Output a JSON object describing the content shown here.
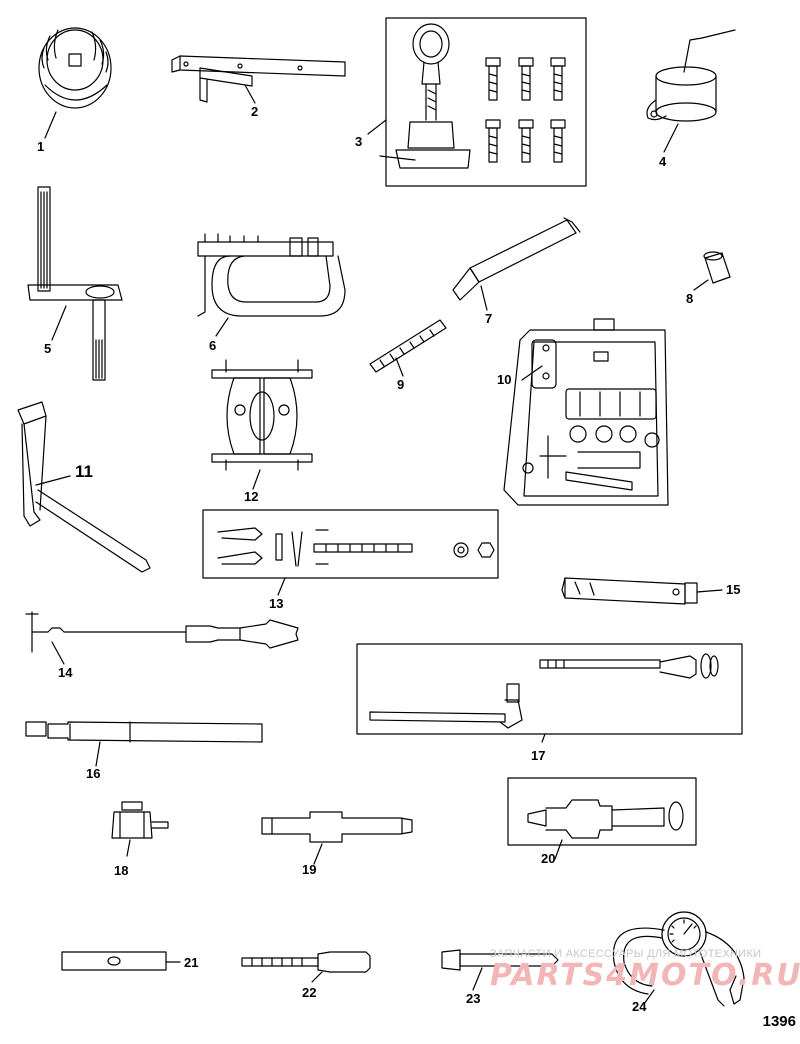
{
  "callouts": {
    "c1": "1",
    "c2": "2",
    "c3": "3",
    "c4": "4",
    "c5": "5",
    "c6": "6",
    "c7": "7",
    "c8": "8",
    "c9": "9",
    "c10": "10",
    "c11": "11",
    "c12": "12",
    "c13": "13",
    "c14": "14",
    "c15": "15",
    "c16": "16",
    "c17": "17",
    "c18": "18",
    "c19": "19",
    "c20": "20",
    "c21": "21",
    "c22": "22",
    "c23": "23",
    "c24": "24"
  },
  "figure_number": "1396",
  "watermark": {
    "tagline": "ЗАПЧАСТИ И АКСЕССУАРЫ ДЛЯ МОТОТЕХНИКИ",
    "logo": "PARTS4MOTO.RU"
  },
  "colors": {
    "line": "#000000",
    "watermark_logo": "#f3b6b6",
    "watermark_text": "#c7c7c7"
  }
}
